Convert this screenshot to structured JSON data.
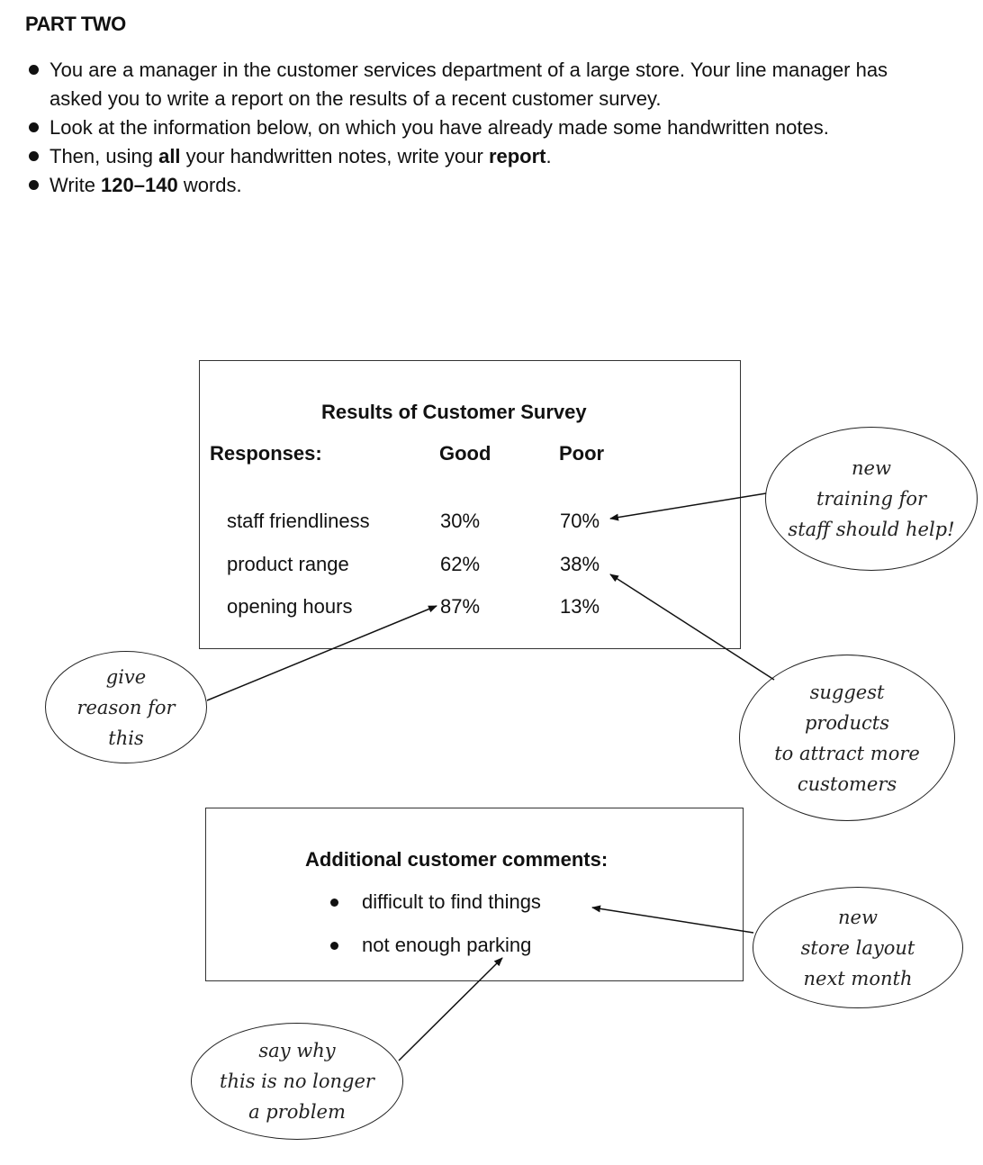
{
  "part_title": "PART TWO",
  "instructions": [
    "You are a manager in the customer services department of a large store. Your line manager has asked you to write a report on the results of a recent customer survey.",
    "Look at the information below, on which you have already made some handwritten notes.",
    {
      "before": "Then, using ",
      "b1": "all",
      "middle": " your handwritten notes, write your ",
      "b2": "report",
      "after": "."
    },
    {
      "before": "Write ",
      "b1": "120–140",
      "after": " words."
    }
  ],
  "survey": {
    "title": "Results of Customer Survey",
    "responses_label": "Responses:",
    "good_label": "Good",
    "poor_label": "Poor",
    "rows": [
      {
        "label": "staff friendliness",
        "good": "30%",
        "poor": "70%"
      },
      {
        "label": "product range",
        "good": "62%",
        "poor": "38%"
      },
      {
        "label": "opening hours",
        "good": "87%",
        "poor": "13%"
      }
    ]
  },
  "comments": {
    "title": "Additional customer comments:",
    "items": [
      "difficult to find things",
      "not enough parking"
    ]
  },
  "notes": {
    "training": "new\ntraining for\nstaff should help!",
    "reason": "give\nreason for\nthis",
    "products": "suggest\nproducts\nto attract more\ncustomers",
    "layout": "new\nstore layout\nnext month",
    "parking": "say why\nthis is no longer\na problem"
  }
}
